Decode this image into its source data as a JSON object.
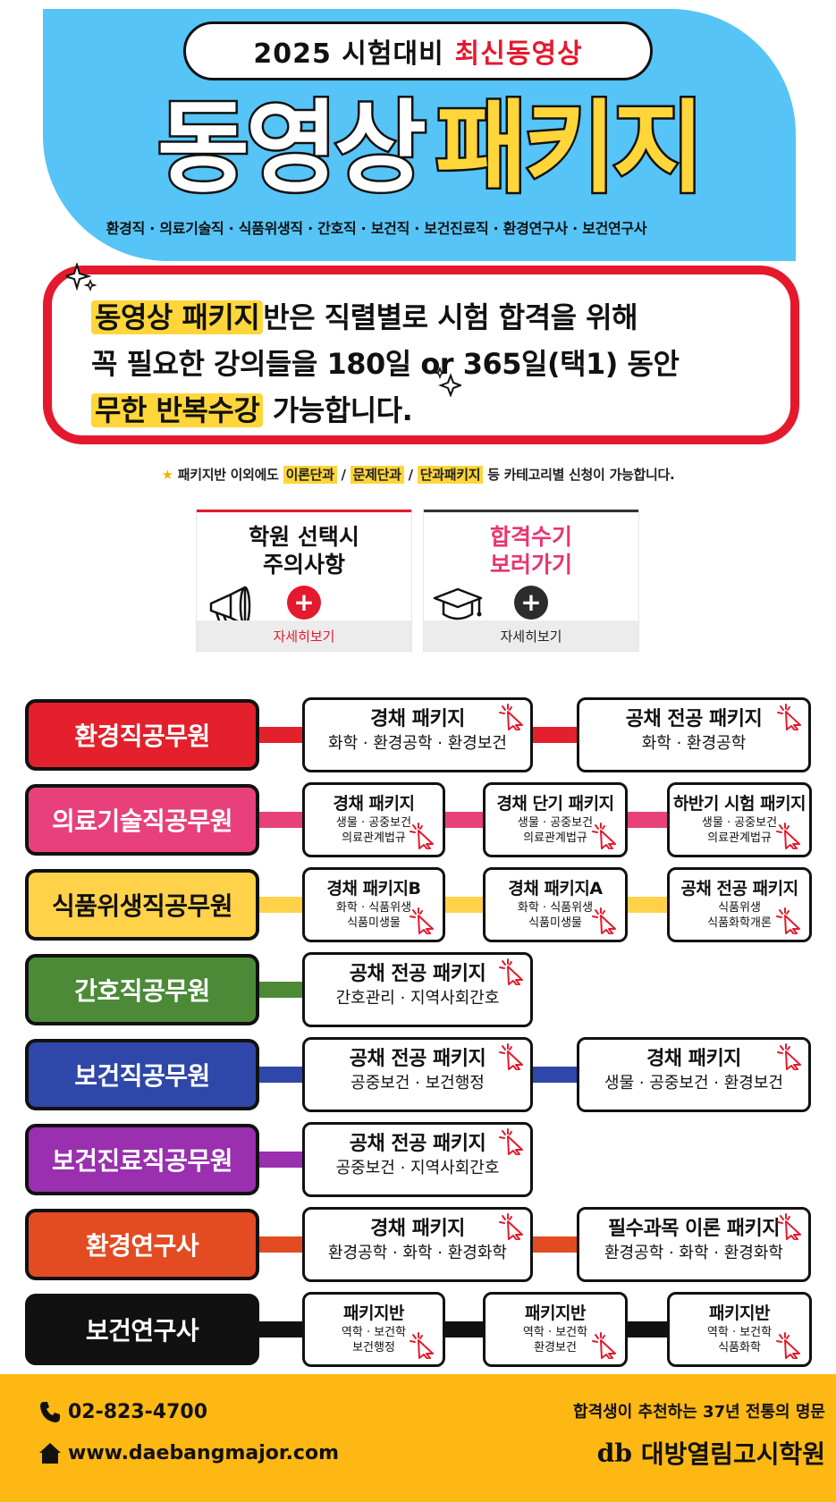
{
  "hero": {
    "pill_year": "2025 시험대비",
    "pill_accent": "최신동영상",
    "title_white": "동영상",
    "title_yellow": "패키지",
    "subtitle": "환경직 · 의료기술직 · 식품위생직 · 간호직 · 보건직 · 보건진료직 · 환경연구사 · 보건연구사"
  },
  "info": {
    "l1_hl": "동영상 패키지",
    "l1_rest": "반은 직렬별로 시험 합격을 위해",
    "l2": "꼭 필요한 강의들을 180일 or 365일(택1) 동안",
    "l3_hl": "무한 반복수강",
    "l3_rest": "가능합니다."
  },
  "note": {
    "star": "★",
    "prefix": "패키지반 이외에도",
    "t1": "이론단과",
    "sep": "/",
    "t2": "문제단과",
    "t3": "단과패키지",
    "suffix": "등 카테고리별 신청이 가능합니다."
  },
  "cards": [
    {
      "title1": "학원 선택시",
      "title2": "주의사항",
      "plus": "+",
      "foot": "자세히보기",
      "icon": "megaphone-icon"
    },
    {
      "title1": "합격수기",
      "title2": "보러가기",
      "plus": "+",
      "foot": "자세히보기",
      "icon": "graduation-cap-icon"
    }
  ],
  "rows": [
    {
      "name": "환경직공무원",
      "color": "#e3202b",
      "pkgs": [
        {
          "title": "경채 패키지",
          "sub1": "화학 · 환경공학 · 환경보건"
        },
        {
          "title": "공채 전공 패키지",
          "sub1": "화학 · 환경공학"
        }
      ]
    },
    {
      "name": "의료기술직공무원",
      "color": "#e8407a",
      "pkgs": [
        {
          "title": "경채 패키지",
          "sub1": "생물 · 공중보건",
          "sub2": "의료관계법규"
        },
        {
          "title": "경채 단기 패키지",
          "sub1": "생물 · 공중보건",
          "sub2": "의료관계법규"
        },
        {
          "title": "하반기 시험 패키지",
          "sub1": "생물 · 공중보건",
          "sub2": "의료관계법규"
        }
      ]
    },
    {
      "name": "식품위생직공무원",
      "color": "#ffd24a",
      "pkgs": [
        {
          "title": "경채 패키지B",
          "sub1": "화학 · 식품위생",
          "sub2": "식품미생물"
        },
        {
          "title": "경채 패키지A",
          "sub1": "화학 · 식품위생",
          "sub2": "식품미생물"
        },
        {
          "title": "공채 전공 패키지",
          "sub1": "식품위생",
          "sub2": "식품화학개론"
        }
      ]
    },
    {
      "name": "간호직공무원",
      "color": "#4c8a38",
      "pkgs": [
        {
          "title": "공채 전공 패키지",
          "sub1": "간호관리 · 지역사회간호"
        }
      ]
    },
    {
      "name": "보건직공무원",
      "color": "#2e47a8",
      "pkgs": [
        {
          "title": "공채 전공 패키지",
          "sub1": "공중보건 · 보건행정"
        },
        {
          "title": "경채 패키지",
          "sub1": "생물 · 공중보건 · 환경보건"
        }
      ]
    },
    {
      "name": "보건진료직공무원",
      "color": "#9a2fb0",
      "pkgs": [
        {
          "title": "공채 전공 패키지",
          "sub1": "공중보건 · 지역사회간호"
        }
      ]
    },
    {
      "name": "환경연구사",
      "color": "#e34b22",
      "pkgs": [
        {
          "title": "경채 패키지",
          "sub1": "환경공학 · 화학 · 환경화학"
        },
        {
          "title": "필수과목 이론 패키지",
          "sub1": "환경공학 · 화학 · 환경화학"
        }
      ]
    },
    {
      "name": "보건연구사",
      "color": "#111111",
      "pkgs": [
        {
          "title": "패키지반",
          "sub1": "역학 · 보건학",
          "sub2": "보건행정"
        },
        {
          "title": "패키지반",
          "sub1": "역학 · 보건학",
          "sub2": "환경보건"
        },
        {
          "title": "패키지반",
          "sub1": "역학 · 보건학",
          "sub2": "식품화학"
        }
      ]
    }
  ],
  "footer": {
    "phone": "02-823-4700",
    "website": "www.daebangmajor.com",
    "slogan": "합격생이 추천하는 37년 전통의 명문",
    "brand_mark": "db",
    "brand": "대방열림고시학원"
  },
  "colors": {
    "accent_red": "#e5192d",
    "sky": "#56c4f6",
    "yellow": "#ffd63a",
    "footer": "#fdb813"
  }
}
